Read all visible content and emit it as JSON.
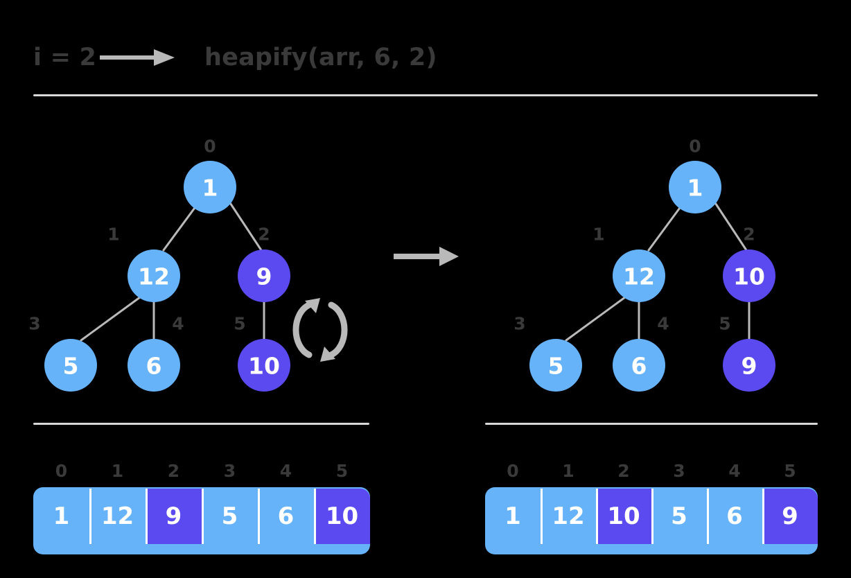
{
  "header": {
    "variable_label": "i = 2",
    "arrow_icon": "right-arrow-icon",
    "call_label": "heapify(arr, 6, 2)"
  },
  "transition": {
    "arrow_icon": "right-arrow-icon"
  },
  "colors": {
    "background": "#000000",
    "node_light": "#66b3fa",
    "node_accent": "#5a4af0",
    "edge": "#b9b9b9",
    "text_dark": "#3a3a3a",
    "text_light": "#ffffff",
    "rule": "#d8d8d8"
  },
  "before": {
    "tree": {
      "nodes": [
        {
          "index": "0",
          "value": "1",
          "highlight": false
        },
        {
          "index": "1",
          "value": "12",
          "highlight": false
        },
        {
          "index": "2",
          "value": "9",
          "highlight": true
        },
        {
          "index": "3",
          "value": "5",
          "highlight": false
        },
        {
          "index": "4",
          "value": "6",
          "highlight": false
        },
        {
          "index": "5",
          "value": "10",
          "highlight": true
        }
      ],
      "swap_icon": "swap-arrows-icon",
      "swap_between": [
        "2",
        "5"
      ]
    },
    "array": {
      "indices": [
        "0",
        "1",
        "2",
        "3",
        "4",
        "5"
      ],
      "values": [
        "1",
        "12",
        "9",
        "5",
        "6",
        "10"
      ],
      "highlighted": [
        2,
        5
      ]
    }
  },
  "after": {
    "tree": {
      "nodes": [
        {
          "index": "0",
          "value": "1",
          "highlight": false
        },
        {
          "index": "1",
          "value": "12",
          "highlight": false
        },
        {
          "index": "2",
          "value": "10",
          "highlight": true
        },
        {
          "index": "3",
          "value": "5",
          "highlight": false
        },
        {
          "index": "4",
          "value": "6",
          "highlight": false
        },
        {
          "index": "5",
          "value": "9",
          "highlight": true
        }
      ]
    },
    "array": {
      "indices": [
        "0",
        "1",
        "2",
        "3",
        "4",
        "5"
      ],
      "values": [
        "1",
        "12",
        "10",
        "5",
        "6",
        "9"
      ],
      "highlighted": [
        2,
        5
      ]
    }
  }
}
